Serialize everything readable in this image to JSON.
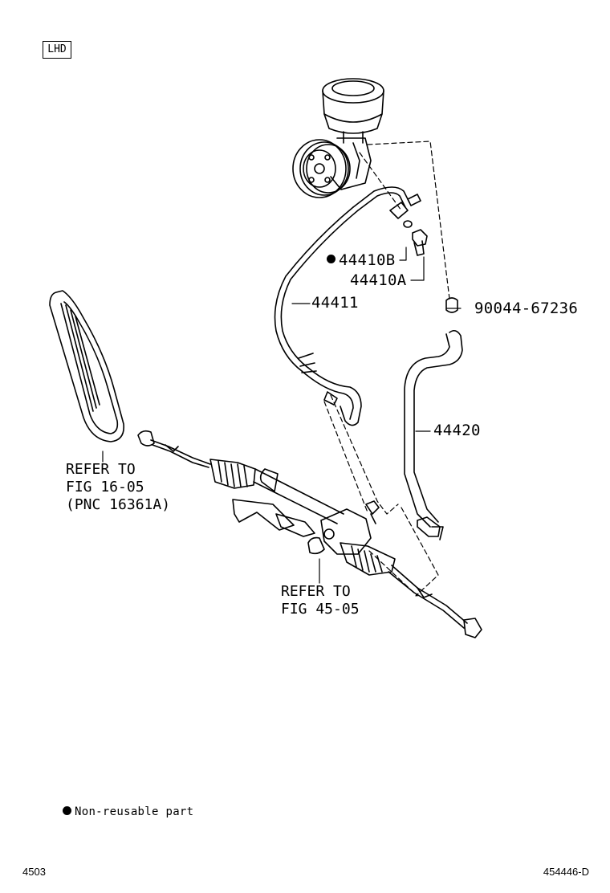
{
  "badge": "LHD",
  "parts": {
    "p44410B": "44410B",
    "p44410A": "44410A",
    "p44411": "44411",
    "p9004467236": "90044-67236",
    "p44420": "44420"
  },
  "refs": {
    "belt": "REFER TO\nFIG 16-05\n(PNC 16361A)",
    "rack": "REFER TO\nFIG 45-05"
  },
  "legend": {
    "text": "Non-reusable part"
  },
  "footer": {
    "left": "4503",
    "right": "454446-D"
  }
}
